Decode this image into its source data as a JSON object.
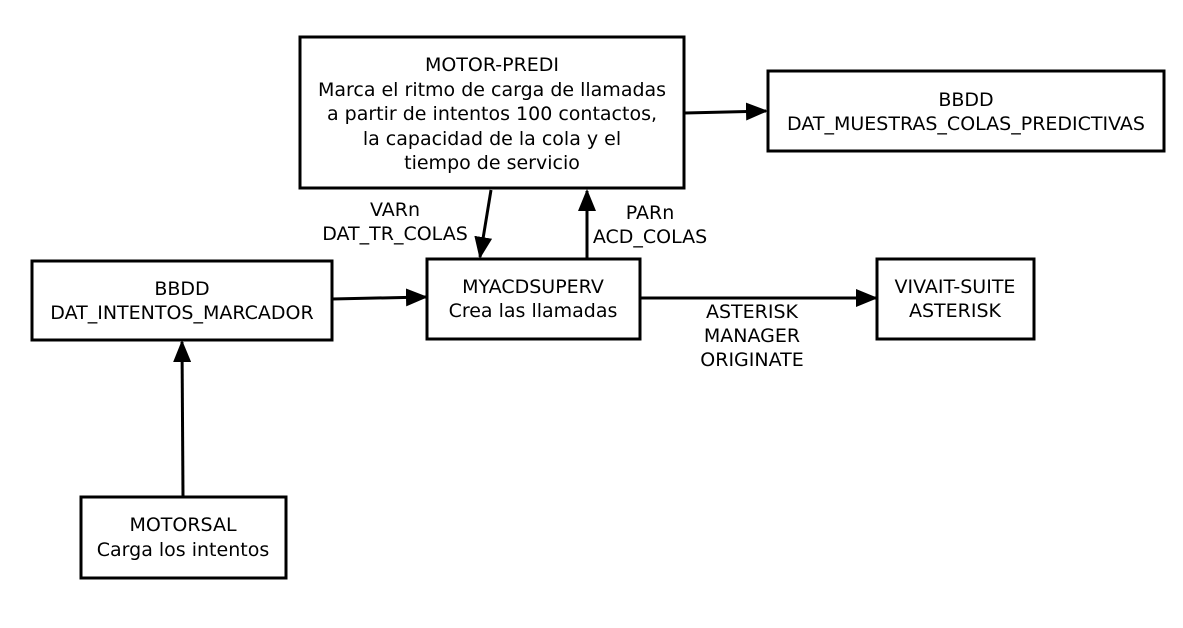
{
  "nodes": {
    "motor_predi": {
      "lines": [
        "MOTOR-PREDI",
        "Marca el ritmo de carga de llamadas",
        "a partir de intentos 100 contactos,",
        "la capacidad de la cola y el",
        "tiempo de servicio"
      ]
    },
    "bbdd_muestras": {
      "lines": [
        "BBDD",
        "DAT_MUESTRAS_COLAS_PREDICTIVAS"
      ]
    },
    "bbdd_intentos": {
      "lines": [
        "BBDD",
        "DAT_INTENTOS_MARCADOR"
      ]
    },
    "myacdsuperv": {
      "lines": [
        "MYACDSUPERV",
        "Crea las llamadas"
      ]
    },
    "vivait_suite": {
      "lines": [
        "VIVAIT-SUITE",
        "ASTERISK"
      ]
    },
    "motorsal": {
      "lines": [
        "MOTORSAL",
        "Carga los intentos"
      ]
    }
  },
  "edge_labels": {
    "varn": [
      "VARn",
      "DAT_TR_COLAS"
    ],
    "parn": [
      "PARn",
      "ACD_COLAS"
    ],
    "asterisk": [
      "ASTERISK",
      "MANAGER",
      "ORIGINATE"
    ]
  },
  "colors": {
    "stroke": "#000000",
    "fill": "#ffffff",
    "text": "#000000"
  }
}
